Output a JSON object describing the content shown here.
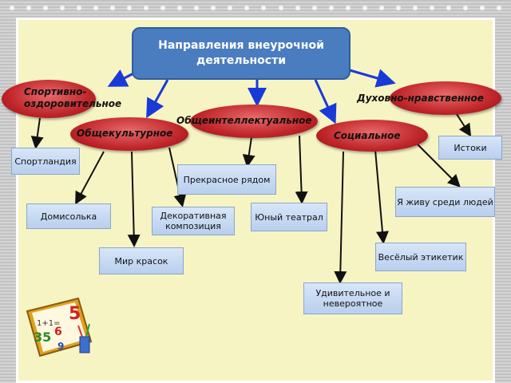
{
  "title": "Направления внеурочной деятельности",
  "directions": {
    "sport": "Спортивно-оздоровительное",
    "spiritual": "Духовно-нравственное",
    "intellectual": "Общеинтеллектуальное",
    "cultural": "Общекультурное",
    "social": "Социальное"
  },
  "programs": {
    "sportland": "Спортландия",
    "istoki": "Истоки",
    "prekrasnoe": "Прекрасное рядом",
    "ya_zhivu": "Я живу среди людей",
    "domisolka": "Домисолька",
    "dekor": "Декоративная композиция",
    "teatr": "Юный театрал",
    "etiket": "Весёлый этикетик",
    "mir_krasok": "Мир красок",
    "udivitelnoe": "Удивительное и невероятное"
  }
}
